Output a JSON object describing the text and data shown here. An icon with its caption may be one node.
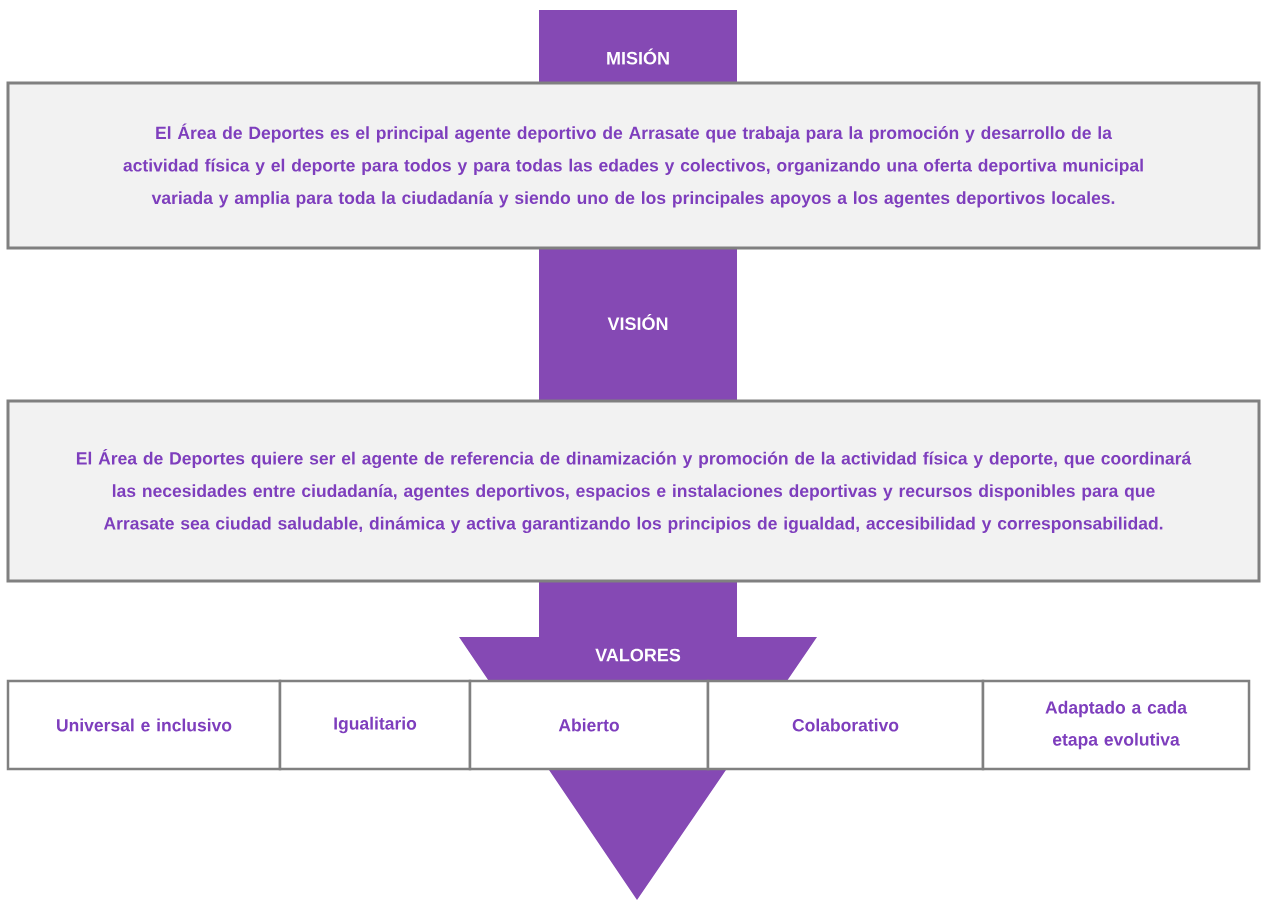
{
  "diagram": {
    "nodes": [
      {
        "text": [
          "MISIÓN"
        ]
      },
      {
        "text": [
          "El Área de Deportes es el principal agente deportivo de Arrasate que trabaja para la promoción y desarrollo de la actividad física y el deporte para todos y para todas las edades y colectivos, organizando una oferta deportiva municipal variada y amplia para toda la ciudadanía y siendo uno de los principales apoyos a los agentes deportivos locales."
        ]
      },
      {
        "text": [
          "VISIÓN"
        ]
      },
      {
        "text": [
          "El Área de Deportes quiere ser el agente de referencia de dinamización y promoción de la actividad física y deporte,  que coordinará las necesidades entre ciudadanía, agentes deportivos, espacios e instalaciones deportivas y recursos disponibles para que Arrasate sea ciudad saludable, dinámica y activa garantizando los principios de igualdad, accesibilidad y corresponsabilidad."
        ]
      },
      {
        "text": [
          "VALORES"
        ]
      },
      {
        "text": [
          "Universal e inclusivo"
        ]
      },
      {
        "text": [
          "Igualitario"
        ]
      },
      {
        "text": [
          "Abierto"
        ]
      },
      {
        "text": [
          "Colaborativo"
        ]
      },
      {
        "text": [
          "Adaptado a cada etapa evolutiva"
        ]
      }
    ],
    "edges": []
  }
}
